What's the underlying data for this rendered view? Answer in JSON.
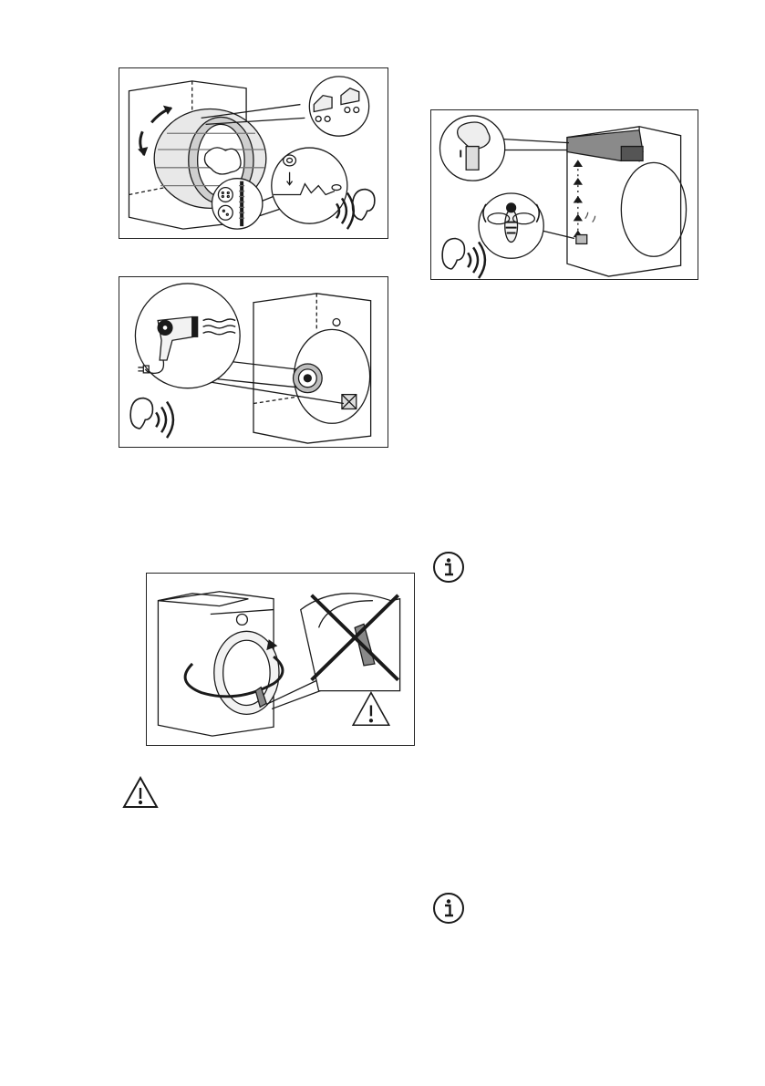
{
  "document": {
    "page_background": "#ffffff",
    "line_color": "#1a1a1a"
  },
  "figures": [
    {
      "id": "fig-drum-noise",
      "icon_semantics": [
        "drum-rotation-arrows",
        "inline-skates",
        "coin",
        "zip-fastener",
        "button",
        "ear-sound"
      ]
    },
    {
      "id": "fig-hair-dryer-filter",
      "icon_semantics": [
        "hair-dryer",
        "plug",
        "filter",
        "ear-sound"
      ]
    },
    {
      "id": "fig-water-container",
      "icon_semantics": [
        "water-jug",
        "glass",
        "water-container",
        "pump-arrows",
        "bee-buzz",
        "ear-sound"
      ]
    },
    {
      "id": "fig-door-reversal",
      "icon_semantics": [
        "door-rotation",
        "forbidden-cross",
        "warning-triangle"
      ]
    }
  ],
  "icons": {
    "warning": "warning-triangle",
    "info": "info-circle"
  }
}
